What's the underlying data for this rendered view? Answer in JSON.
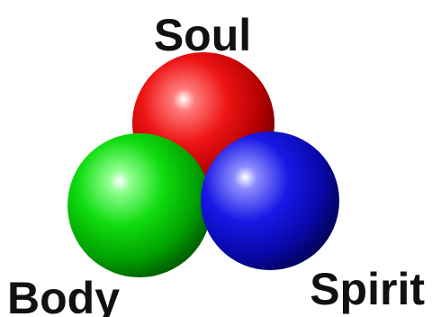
{
  "spheres": [
    {
      "id": "soul",
      "label": "Soul",
      "color": "#e00000"
    },
    {
      "id": "body",
      "label": "Body",
      "color": "#00c800"
    },
    {
      "id": "spirit",
      "label": "Spirit",
      "color": "#1010d0"
    }
  ]
}
